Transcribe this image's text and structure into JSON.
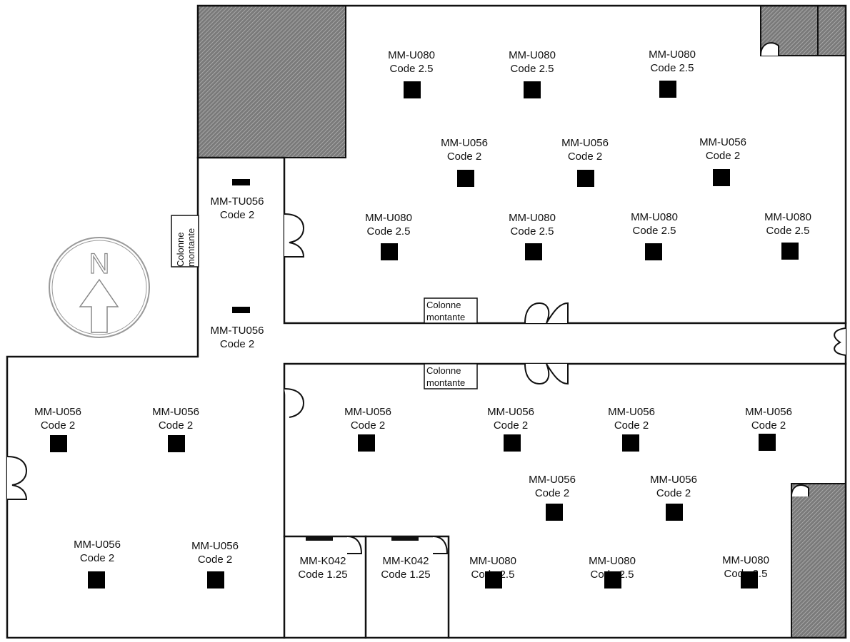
{
  "plan": {
    "riser_label_line1": "Colonne",
    "riser_label_line2": "montante",
    "north_letter": "N",
    "colors": {
      "hatch": "#8c8c8c",
      "wall": "#111111",
      "fixture": "#000000"
    }
  },
  "fixtures": [
    {
      "type": "MM-U080",
      "code": "Code 2.5"
    },
    {
      "type": "MM-U080",
      "code": "Code 2.5"
    },
    {
      "type": "MM-U080",
      "code": "Code 2.5"
    },
    {
      "type": "MM-U056",
      "code": "Code 2"
    },
    {
      "type": "MM-U056",
      "code": "Code 2"
    },
    {
      "type": "MM-U056",
      "code": "Code 2"
    },
    {
      "type": "MM-U080",
      "code": "Code 2.5"
    },
    {
      "type": "MM-U080",
      "code": "Code 2.5"
    },
    {
      "type": "MM-U080",
      "code": "Code 2.5"
    },
    {
      "type": "MM-U080",
      "code": "Code 2.5"
    },
    {
      "type": "MM-TU056",
      "code": "Code 2"
    },
    {
      "type": "MM-TU056",
      "code": "Code 2"
    },
    {
      "type": "MM-U056",
      "code": "Code 2"
    },
    {
      "type": "MM-U056",
      "code": "Code 2"
    },
    {
      "type": "MM-U056",
      "code": "Code 2"
    },
    {
      "type": "MM-U056",
      "code": "Code 2"
    },
    {
      "type": "MM-U056",
      "code": "Code 2"
    },
    {
      "type": "MM-U056",
      "code": "Code 2"
    },
    {
      "type": "MM-U056",
      "code": "Code 2"
    },
    {
      "type": "MM-U056",
      "code": "Code 2"
    },
    {
      "type": "MM-U056",
      "code": "Code 2"
    },
    {
      "type": "MM-U056",
      "code": "Code 2"
    },
    {
      "type": "MM-K042",
      "code": "Code 1.25"
    },
    {
      "type": "MM-K042",
      "code": "Code 1.25"
    },
    {
      "type": "MM-U080",
      "code": "Code 2.5"
    },
    {
      "type": "MM-U080",
      "code": "Code 2.5"
    },
    {
      "type": "MM-U080",
      "code": "Code 2.5"
    }
  ]
}
